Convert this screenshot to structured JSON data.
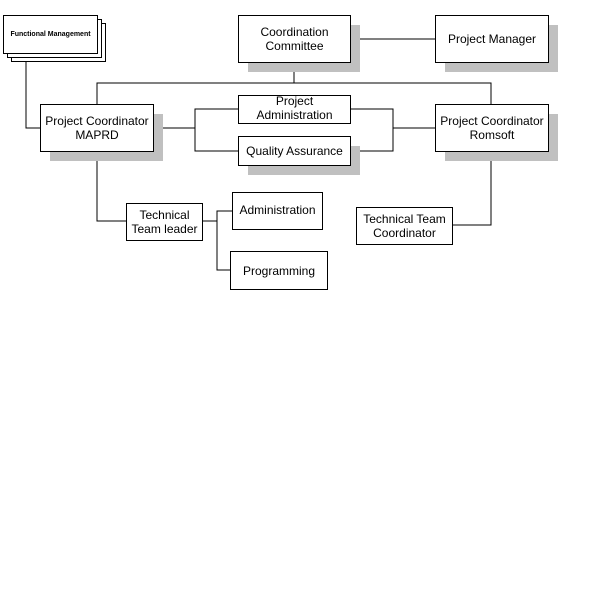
{
  "nodes": {
    "functional_management": "Functional Management",
    "coordination_committee": "Coordination\nCommittee",
    "project_manager": "Project Manager",
    "pc_maprd": "Project Coordinator\nMAPRD",
    "project_administration": "Project\nAdministration",
    "quality_assurance": "Quality Assurance",
    "pc_romsoft": "Project Coordinator\nRomsoft",
    "technical_team_leader": "Technical\nTeam leader",
    "administration": "Administration",
    "programming": "Programming",
    "technical_team_coordinator": "Technical Team\nCoordinator"
  },
  "colors": {
    "line": "#000000",
    "shadow": "#c0c0c0"
  }
}
